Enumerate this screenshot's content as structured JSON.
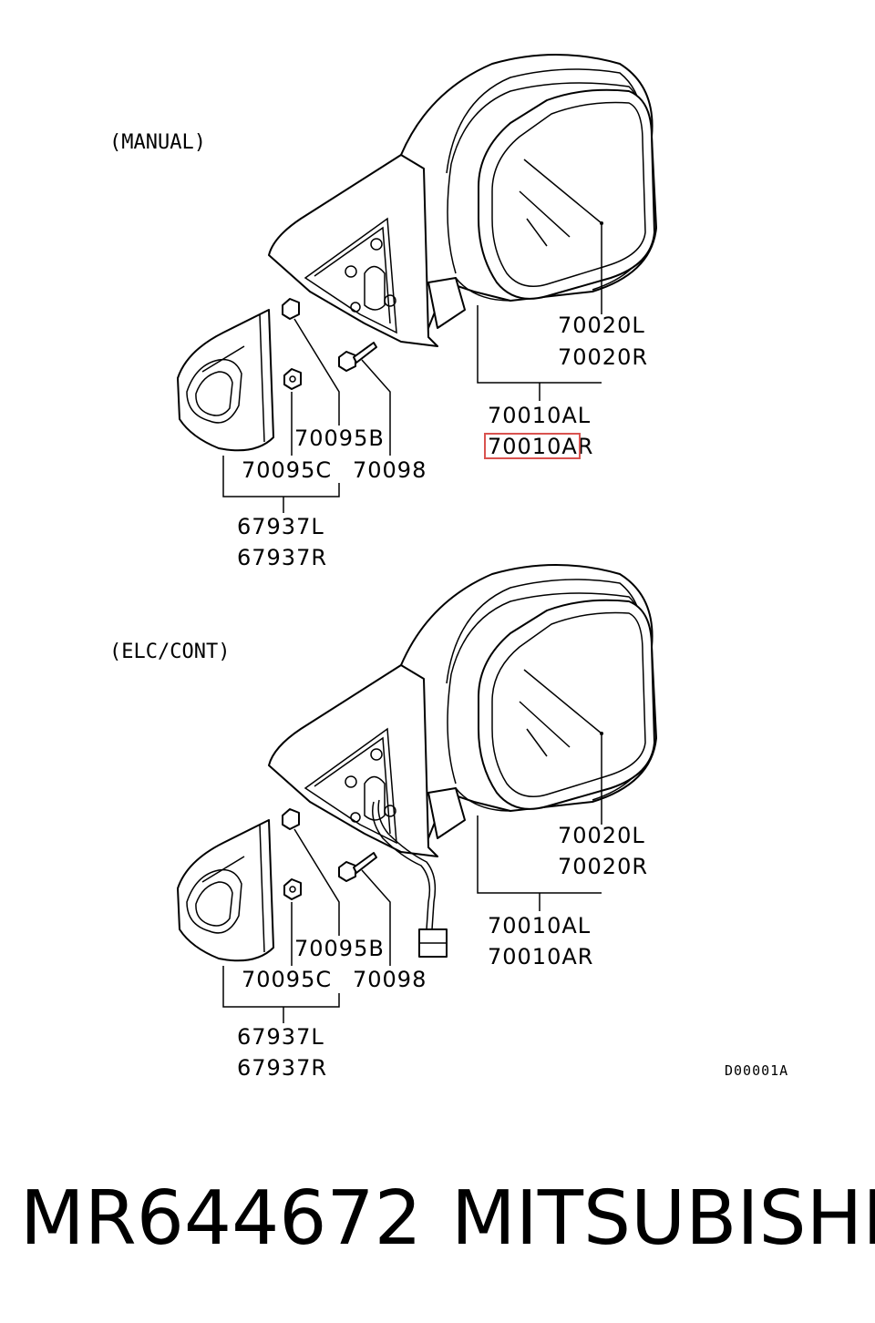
{
  "sections": [
    {
      "title": "(MANUAL)",
      "labels": {
        "glass_l": "70020L",
        "glass_r": "70020R",
        "mirror_l": "70010AL",
        "mirror_r": "70010AR",
        "bolt_b": "70095B",
        "nut_c": "70095C",
        "screw": "70098",
        "cover_l": "67937L",
        "cover_r": "67937R"
      }
    },
    {
      "title": "(ELC/CONT)",
      "labels": {
        "glass_l": "70020L",
        "glass_r": "70020R",
        "mirror_l": "70010AL",
        "mirror_r": "70010AR",
        "bolt_b": "70095B",
        "nut_c": "70095C",
        "screw": "70098",
        "cover_l": "67937L",
        "cover_r": "67937R"
      }
    }
  ],
  "diagram_code": "D00001A",
  "footer": {
    "part_number": "MR644672",
    "brand": "MITSUBISHI"
  },
  "highlight_color": "#d9534f"
}
